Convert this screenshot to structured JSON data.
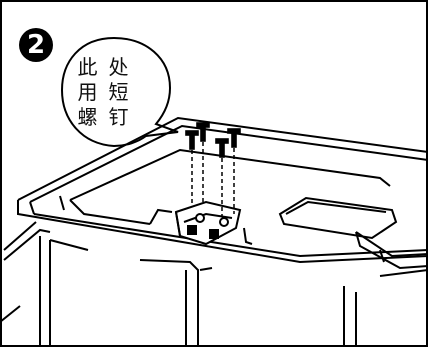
{
  "step_number": "2",
  "callout": {
    "lines": [
      "此",
      "处",
      "用",
      "短",
      "螺",
      "钉"
    ]
  }
}
